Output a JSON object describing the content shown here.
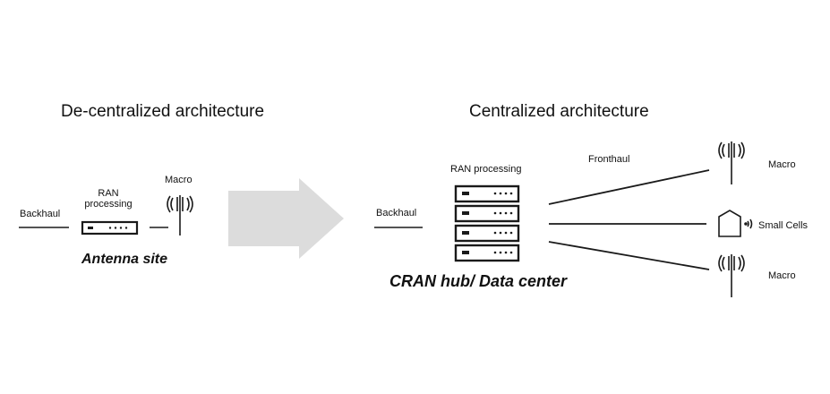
{
  "decentralized": {
    "title": "De-centralized architecture",
    "backhaul_label": "Backhaul",
    "ran_label_line1": "RAN",
    "ran_label_line2": "processing",
    "macro_label": "Macro",
    "site_label": "Antenna site"
  },
  "centralized": {
    "title": "Centralized architecture",
    "backhaul_label": "Backhaul",
    "ran_label": "RAN processing",
    "fronthaul_label": "Fronthaul",
    "macro_top_label": "Macro",
    "small_cells_label": "Small Cells",
    "macro_bottom_label": "Macro",
    "hub_label": "CRAN hub/ Data center"
  },
  "colors": {
    "arrow": "#dcdcdc",
    "line": "#1a1a1a"
  },
  "icons": [
    "antenna-icon",
    "server-icon",
    "small-cell-house-icon",
    "transition-arrow"
  ]
}
